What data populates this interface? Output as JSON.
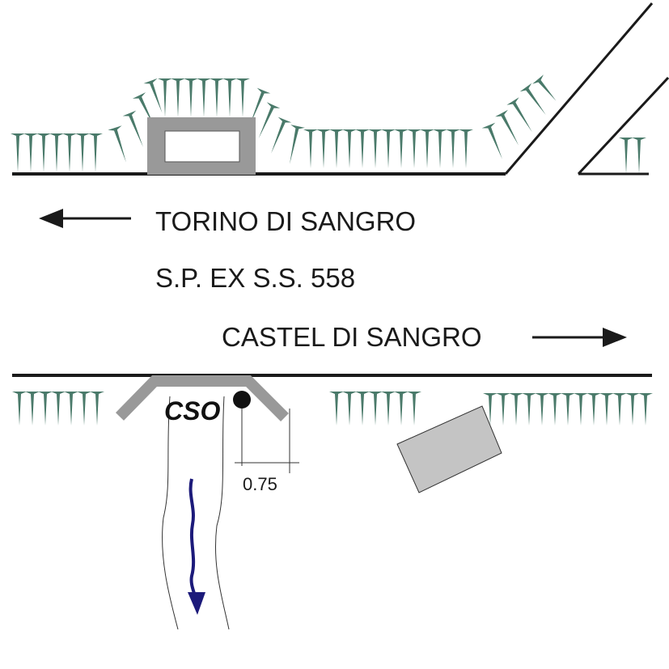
{
  "labels": {
    "west": "TORINO DI SANGRO",
    "road": "S.P. EX S.S. 558",
    "east": "CASTEL DI SANGRO",
    "cso": "CSO",
    "distance": "0.75"
  },
  "colors": {
    "vegetation": "#4a7a6a",
    "culvert": "#999999",
    "box": "#c4c4c4",
    "flow": "#1c1a7a",
    "line": "#1a1a1a"
  }
}
